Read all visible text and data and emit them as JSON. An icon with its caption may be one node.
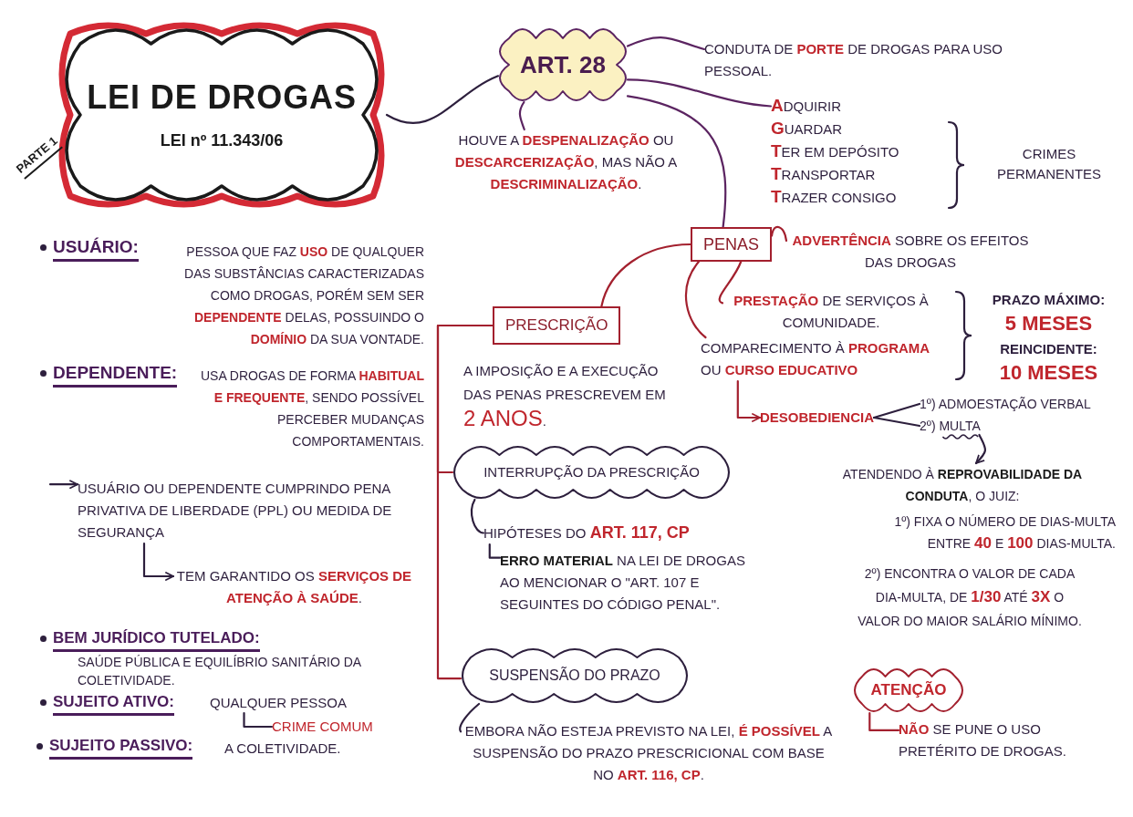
{
  "diagram": {
    "nodes": [
      {
        "text": [
          "LEI DE DROGAS",
          "LEI nº 11.343/06"
        ],
        "beside": [
          "PARTE 1"
        ]
      },
      {
        "text": [
          "ART. 28"
        ]
      },
      {
        "text": [
          "CONDUTA DE **PORTE** DE DROGAS PARA USO PESSOAL."
        ]
      },
      {
        "text": [
          "HOUVE A **DESPENALIZAÇÃO** OU **DESCARCERIZAÇÃO**, MAS NÃO A **DESCRIMINALIZAÇÃO**."
        ]
      },
      {
        "text": [
          "**A**DQUIRIR",
          "**G**UARDAR",
          "**T**ER EM DEPÓSITO",
          "**T**RANSPORTAR",
          "**T**RAZER CONSIGO"
        ]
      },
      {
        "text": [
          "PENAS"
        ]
      },
      {
        "text": [
          "**ADVERTÊNCIA** SOBRE OS EFEITOS DAS DROGAS"
        ]
      },
      {
        "text": [
          "**PRESTAÇÃO** DE SERVIÇOS À COMUNIDADE."
        ]
      },
      {
        "text": [
          "COMPARECIMENTO À **PROGRAMA** OU **CURSO EDUCATIVO**"
        ]
      },
      {
        "text": [
          "DESOBEDIENCIA"
        ]
      },
      {
        "text": [
          "1º) ADMOESTAÇÃO VERBAL"
        ]
      },
      {
        "text": [
          "2º) MULTA"
        ]
      },
      {
        "text": [
          "ATENDENDO À **REPROVABILIDADE DA CONDUTA**, O JUIZ:"
        ]
      },
      {
        "text": [
          "ATENÇÃO"
        ]
      },
      {
        "text": [
          "**NÃO** SE PUNE O USO PRETÉRITO DE DROGAS."
        ]
      },
      {
        "text": [
          "PRESCRIÇÃO"
        ]
      },
      {
        "text": [
          "INTERRUPÇÃO DA PRESCRIÇÃO"
        ]
      },
      {
        "text": [
          "HIPÓTESES DO **ART. 117, CP**"
        ]
      },
      {
        "text": [
          "**ERRO MATERIAL** NA LEI DE DROGAS AO MENCIONAR O \"ART. 107 E SEGUINTES DO CÓDIGO PENAL\"."
        ]
      },
      {
        "text": [
          "SUSPENSÃO DO PRAZO"
        ]
      },
      {
        "text": [
          "EMBORA NÃO ESTEJA PREVISTO NA LEI, **É POSSÍVEL** A SUSPENSÃO DO PRAZO PRESCRICIONAL COM BASE NO **ART. 116, CP**."
        ]
      },
      {
        "text": [
          "USUÁRIO OU DEPENDENTE CUMPRINDO PENA PRIVATIVA DE LIBERDADE (PPL) OU MEDIDA DE SEGURANÇA"
        ]
      },
      {
        "text": [
          "TEM GARANTIDO OS **SERVIÇOS DE ATENÇÃO À SAÚDE**."
        ]
      },
      {
        "text": [
          "QUALQUER PESSOA"
        ]
      },
      {
        "text": [
          "CRIME COMUM"
        ]
      }
    ],
    "edges": [
      {
        "from": 0,
        "to": 1,
        "arrow": "none"
      },
      {
        "from": 1,
        "to": 2,
        "arrow": "none",
        "color": "#5b2461"
      },
      {
        "from": 1,
        "to": 3,
        "arrow": "none",
        "color": "#5b2461"
      },
      {
        "from": 1,
        "to": 4,
        "arrow": "none",
        "color": "#5b2461"
      },
      {
        "from": 1,
        "to": 5,
        "arrow": "none",
        "color": "#5b2461"
      },
      {
        "from": 5,
        "to": 6,
        "arrow": "none",
        "color": "#a3202e"
      },
      {
        "from": 5,
        "to": 7,
        "arrow": "none",
        "color": "#a3202e"
      },
      {
        "from": 5,
        "to": 8,
        "arrow": "none",
        "color": "#a3202e"
      },
      {
        "from": 8,
        "to": 9,
        "arrow": "to",
        "color": "#a3202e"
      },
      {
        "from": 9,
        "to": 10,
        "arrow": "none"
      },
      {
        "from": 9,
        "to": 11,
        "arrow": "none"
      },
      {
        "from": 11,
        "to": 12,
        "arrow": "to"
      },
      {
        "from": 13,
        "to": 14,
        "arrow": "none",
        "color": "#a3202e"
      },
      {
        "from": 5,
        "to": 15,
        "arrow": "none",
        "color": "#a3202e"
      },
      {
        "from": 15,
        "to": 16,
        "arrow": "none",
        "color": "#a3202e"
      },
      {
        "from": 15,
        "to": 19,
        "arrow": "none",
        "color": "#a3202e"
      },
      {
        "from": 16,
        "to": 17,
        "arrow": "none"
      },
      {
        "from": 17,
        "to": 18,
        "arrow": "none"
      },
      {
        "from": 19,
        "to": 20,
        "arrow": "none"
      },
      {
        "from": null,
        "to": 21,
        "arrow": "to"
      },
      {
        "from": 21,
        "to": 22,
        "arrow": "to"
      },
      {
        "from": 23,
        "to": 24,
        "arrow": "none"
      }
    ],
    "labels": [
      "CRIMES PERMANENTES",
      "USUÁRIO:",
      "PESSOA QUE FAZ **USO** DE QUALQUER DAS SUBSTÂNCIAS CARACTERIZADAS COMO DROGAS, PORÉM SEM SER **DEPENDENTE** DELAS, POSSUINDO O **DOMÍNIO** DA SUA VONTADE.",
      "DEPENDENTE:",
      "USA DROGAS DE FORMA **HABITUAL E FREQUENTE**, SENDO POSSÍVEL PERCEBER MUDANÇAS COMPORTAMENTAIS.",
      "A IMPOSIÇÃO E A EXECUÇÃO DAS PENAS PRESCREVEM EM **2 ANOS**.",
      "PRAZO MÁXIMO:",
      "5 MESES",
      "REINCIDENTE:",
      "10 MESES",
      "1º) FIXA O NÚMERO DE DIAS-MULTA ENTRE **40** E **100** DIAS-MULTA.",
      "2º) ENCONTRA O VALOR DE CADA DIA-MULTA, DE **1/30** ATÉ **3X** O VALOR DO MAIOR SALÁRIO MÍNIMO.",
      "BEM JURÍDICO TUTELADO:",
      "SAÚDE PÚBLICA E EQUILÍBRIO SANITÁRIO DA COLETIVIDADE.",
      "SUJEITO ATIVO:",
      "SUJEITO PASSIVO:",
      "A COLETIVIDADE."
    ]
  }
}
